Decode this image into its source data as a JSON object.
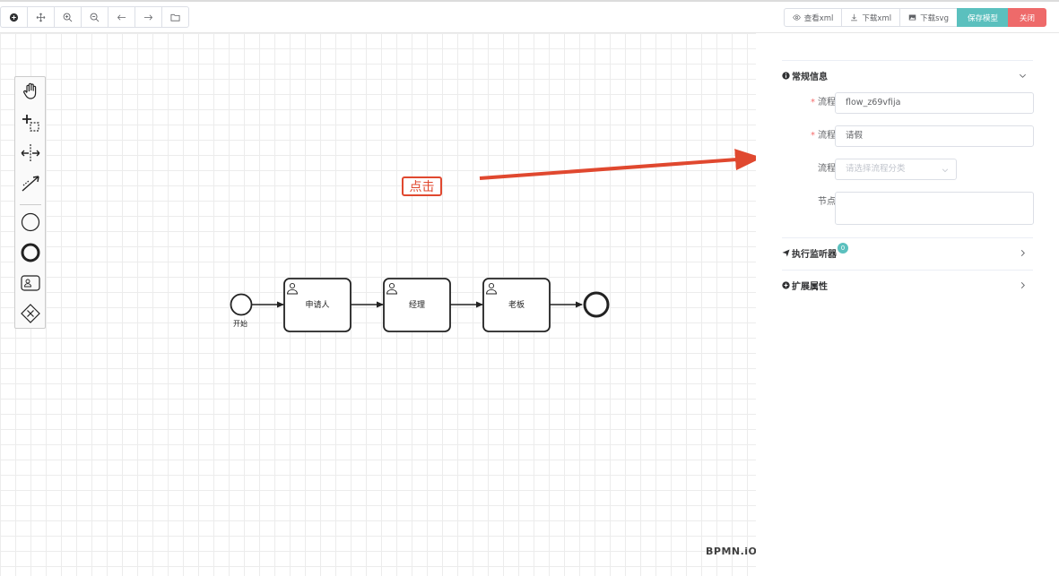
{
  "toolbar": {
    "left_icons": [
      "add-circle-icon",
      "move-icon",
      "zoom-in-icon",
      "zoom-out-icon",
      "undo-icon",
      "redo-icon",
      "folder-icon"
    ],
    "view_xml": "查看xml",
    "download_xml": "下载xml",
    "download_svg": "下载svg",
    "save_model": "保存模型",
    "close": "关闭"
  },
  "palette": {
    "tools": [
      "hand-tool-icon",
      "lasso-tool-icon",
      "space-tool-icon",
      "global-connect-icon",
      "start-event-icon",
      "end-event-icon",
      "user-task-icon",
      "gateway-icon"
    ]
  },
  "diagram": {
    "start_label": "开始",
    "tasks": [
      "申请人",
      "经理",
      "老板"
    ],
    "annotation": "点击",
    "logo": "BPMN.iO"
  },
  "panel": {
    "general": {
      "title": "常规信息",
      "flow_id_label": "流程标识",
      "flow_id_value": "flow_z69vfija",
      "flow_name_label": "流程名称",
      "flow_name_value": "请假",
      "category_label": "流程分类",
      "category_placeholder": "请选择流程分类",
      "desc_label": "节点描述",
      "desc_value": ""
    },
    "listeners": {
      "title": "执行监听器",
      "count": "0"
    },
    "extensions": {
      "title": "扩展属性"
    }
  },
  "colors": {
    "accent": "#5bc0be",
    "danger": "#ee6a6a",
    "arrow": "#e0482f",
    "required": "#f56c6c"
  }
}
